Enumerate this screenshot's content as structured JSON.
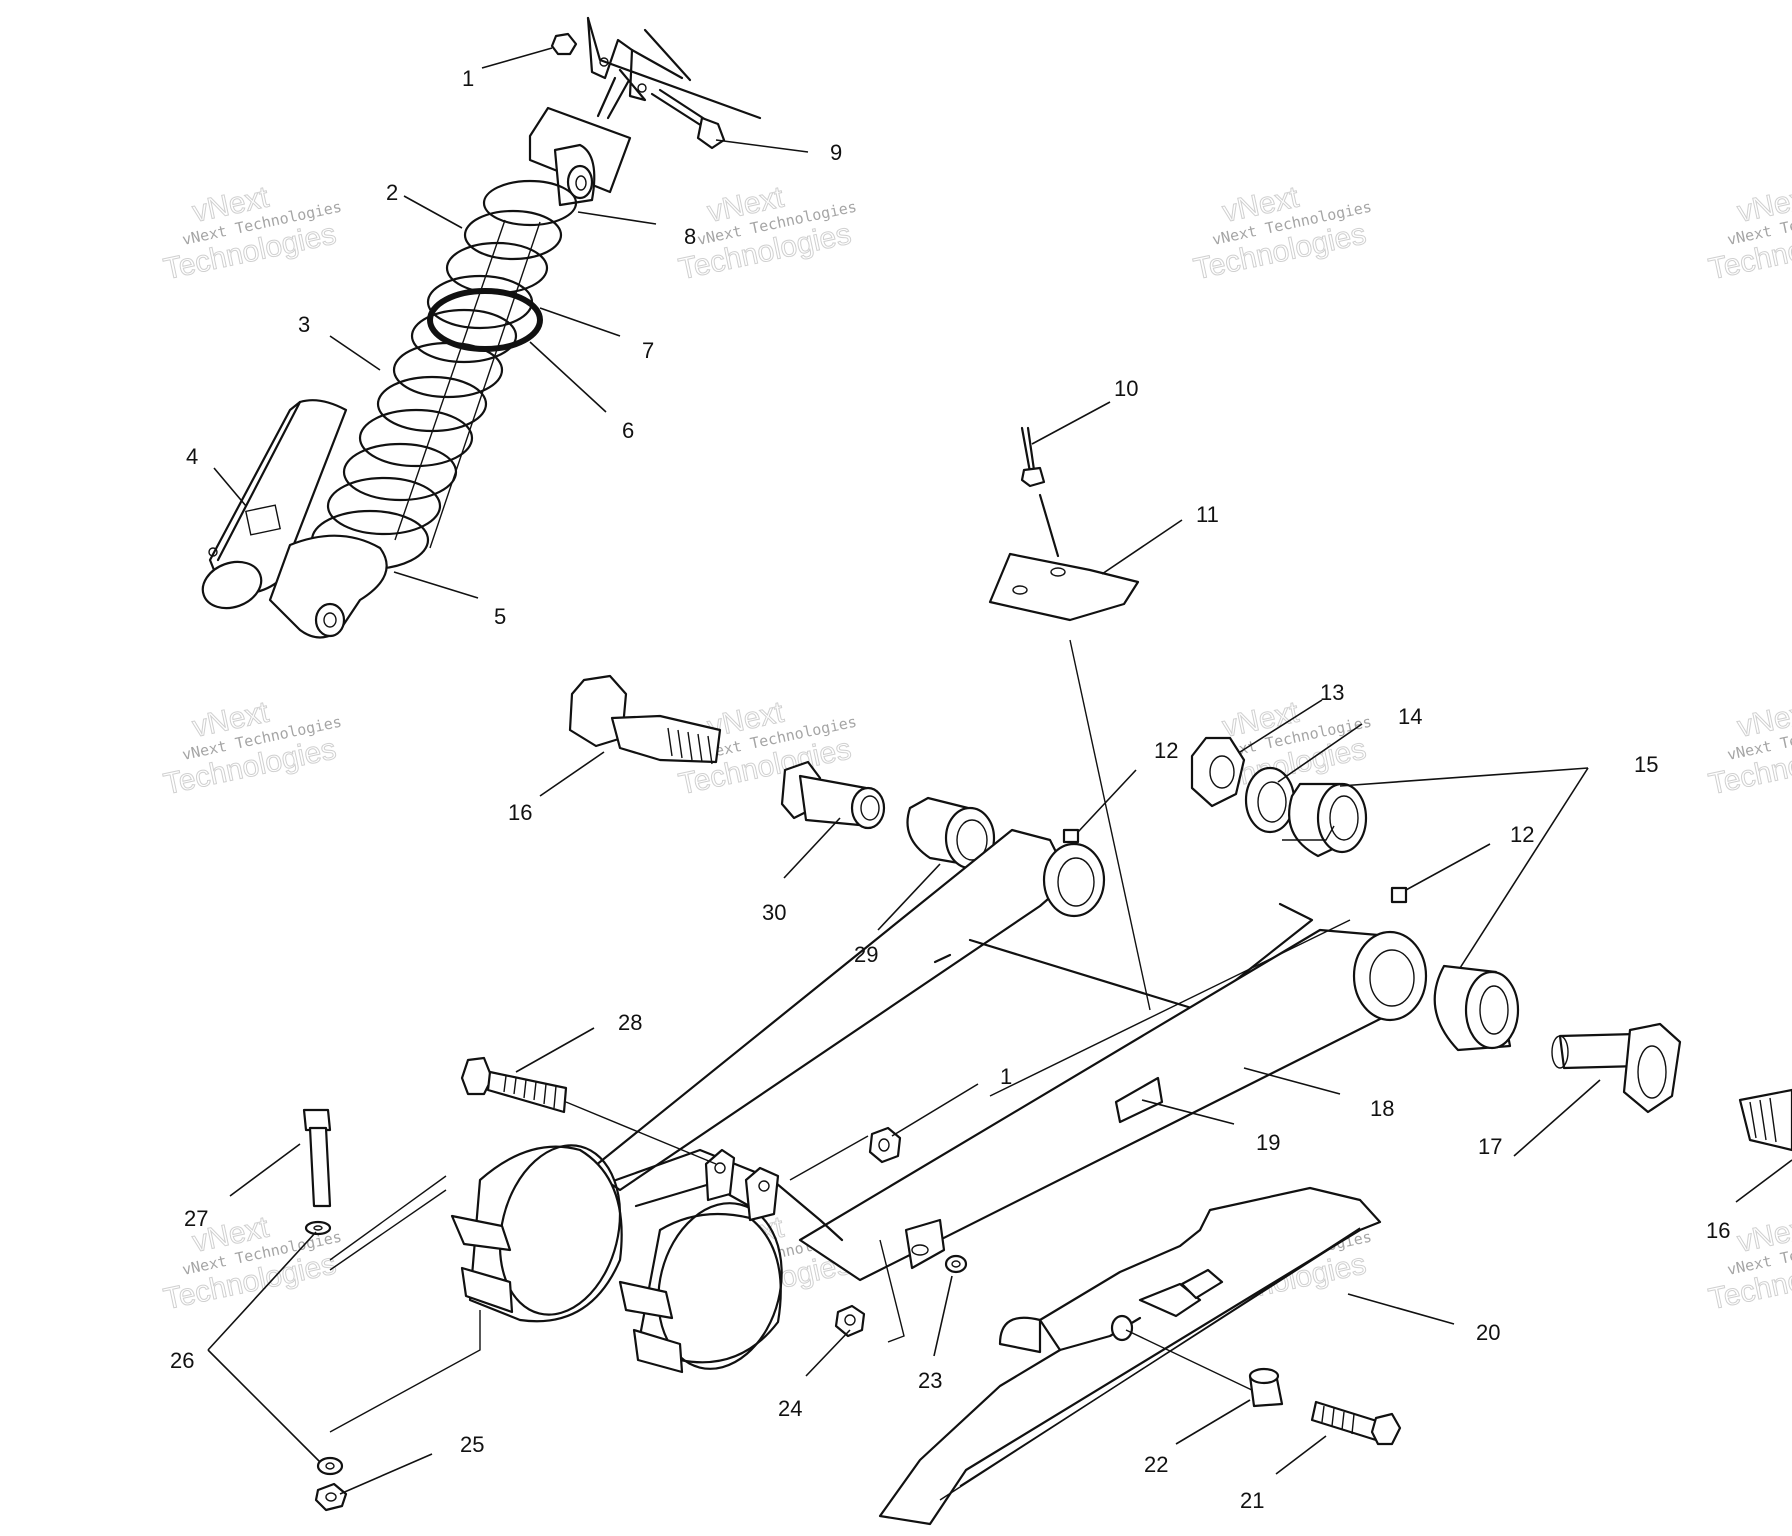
{
  "watermark": {
    "line1": "vNext",
    "line2": "vNext Technologies",
    "line3": "Technologies",
    "color": "#9a9a9a"
  },
  "callouts": [
    "1",
    "9",
    "2",
    "8",
    "3",
    "7",
    "6",
    "4",
    "5",
    "10",
    "11",
    "13",
    "14",
    "12",
    "15",
    "16",
    "30",
    "29",
    "12",
    "28",
    "1",
    "18",
    "19",
    "17",
    "27",
    "26",
    "25",
    "24",
    "23",
    "20",
    "22",
    "21",
    "16"
  ],
  "colors": {
    "line": "#111111",
    "background": "#ffffff"
  }
}
